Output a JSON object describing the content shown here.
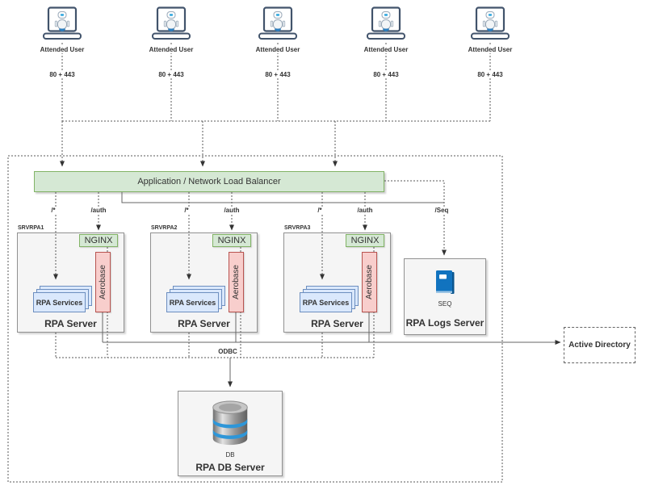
{
  "diagram": {
    "users": [
      {
        "label": "Attended User",
        "ports": "80 + 443"
      },
      {
        "label": "Attended User",
        "ports": "80 + 443"
      },
      {
        "label": "Attended User",
        "ports": "80 + 443"
      },
      {
        "label": "Attended User",
        "ports": "80 + 443"
      },
      {
        "label": "Attended User",
        "ports": "80 + 443"
      }
    ],
    "load_balancer": {
      "label": "Application / Network Load Balancer"
    },
    "route_labels": {
      "root1": "/*",
      "auth1": "/auth",
      "root2": "/*",
      "auth2": "/auth",
      "root3": "/*",
      "auth3": "/auth",
      "seq": "/Seq",
      "odbc": "ODBC"
    },
    "servers": [
      {
        "hostname": "SRVRPA1",
        "nginx": "NGINX",
        "aerobase": "Aerobase",
        "services": "RPA Services",
        "label": "RPA Server"
      },
      {
        "hostname": "SRVRPA2",
        "nginx": "NGINX",
        "aerobase": "Aerobase",
        "services": "RPA Services",
        "label": "RPA Server"
      },
      {
        "hostname": "SRVRPA3",
        "nginx": "NGINX",
        "aerobase": "Aerobase",
        "services": "RPA Services",
        "label": "RPA Server"
      }
    ],
    "logs_server": {
      "icon_label": "SEQ",
      "label": "RPA Logs Server"
    },
    "db_server": {
      "icon_label": "DB",
      "label": "RPA DB Server"
    },
    "active_directory": {
      "label": "Active Directory"
    },
    "colors": {
      "green_fill": "#d5e8d4",
      "green_stroke": "#82b366",
      "red_fill": "#f8cecc",
      "red_stroke": "#b85450",
      "blue_fill": "#dae8fc",
      "blue_stroke": "#6c8ebf",
      "box_fill": "#f5f5f5",
      "box_stroke": "#919191",
      "seq_blue": "#1173bf",
      "db_band_blue": "#2e96d8",
      "wire": "#595959"
    }
  }
}
